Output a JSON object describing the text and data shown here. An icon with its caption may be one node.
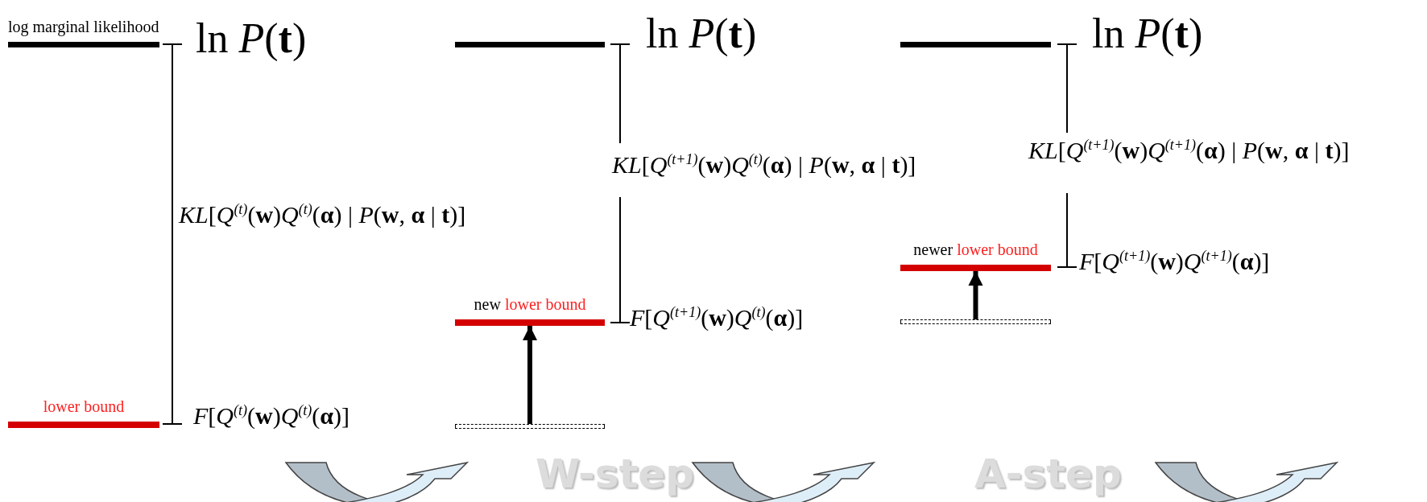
{
  "diagram": {
    "nodes": [
      {
        "text": [
          "log marginal likelihood"
        ]
      },
      {
        "text": [
          "lower bound"
        ]
      },
      {
        "text": [],
        "shape": "bar"
      },
      {
        "text": [
          "new",
          "lower bound"
        ]
      },
      {
        "text": [],
        "shape": "bar"
      },
      {
        "text": [],
        "shape": "bar"
      },
      {
        "text": [
          "newer",
          "lower bound"
        ]
      },
      {
        "text": [],
        "shape": "bar"
      }
    ],
    "edges": [
      {
        "from": 4,
        "to": 3,
        "arrow": "to"
      },
      {
        "from": 7,
        "to": 6,
        "arrow": "to"
      }
    ],
    "labels": [
      "ln *P*(**t**)",
      "*KL*[*Q*$^{(t)}$(**w**)*Q*$^{(t)}$(**α**) | *P*(**w**, **α** | **t**)]",
      "*F*[*Q*$^{(t)}$(**w**)*Q*$^{(t)}$(**α**)]",
      "ln *P*(**t**)",
      "*KL*[*Q*$^{(t+1)}$(**w**)*Q*$^{(t)}$(**α**) | *P*(**w**, **α** | **t**)]",
      "*F*[*Q*$^{(t+1)}$(**w**)*Q*$^{(t)}$(**α**)]",
      "ln *P*(**t**)",
      "*KL*[*Q*$^{(t+1)}$(**w**)*Q*$^{(t+1)}$(**α**) | *P*(**w**, **α** | **t**)]",
      "*F*[*Q*$^{(t+1)}$(**w**)*Q*$^{(t+1)}$(**α**)]",
      "W-step",
      "A-step"
    ]
  }
}
